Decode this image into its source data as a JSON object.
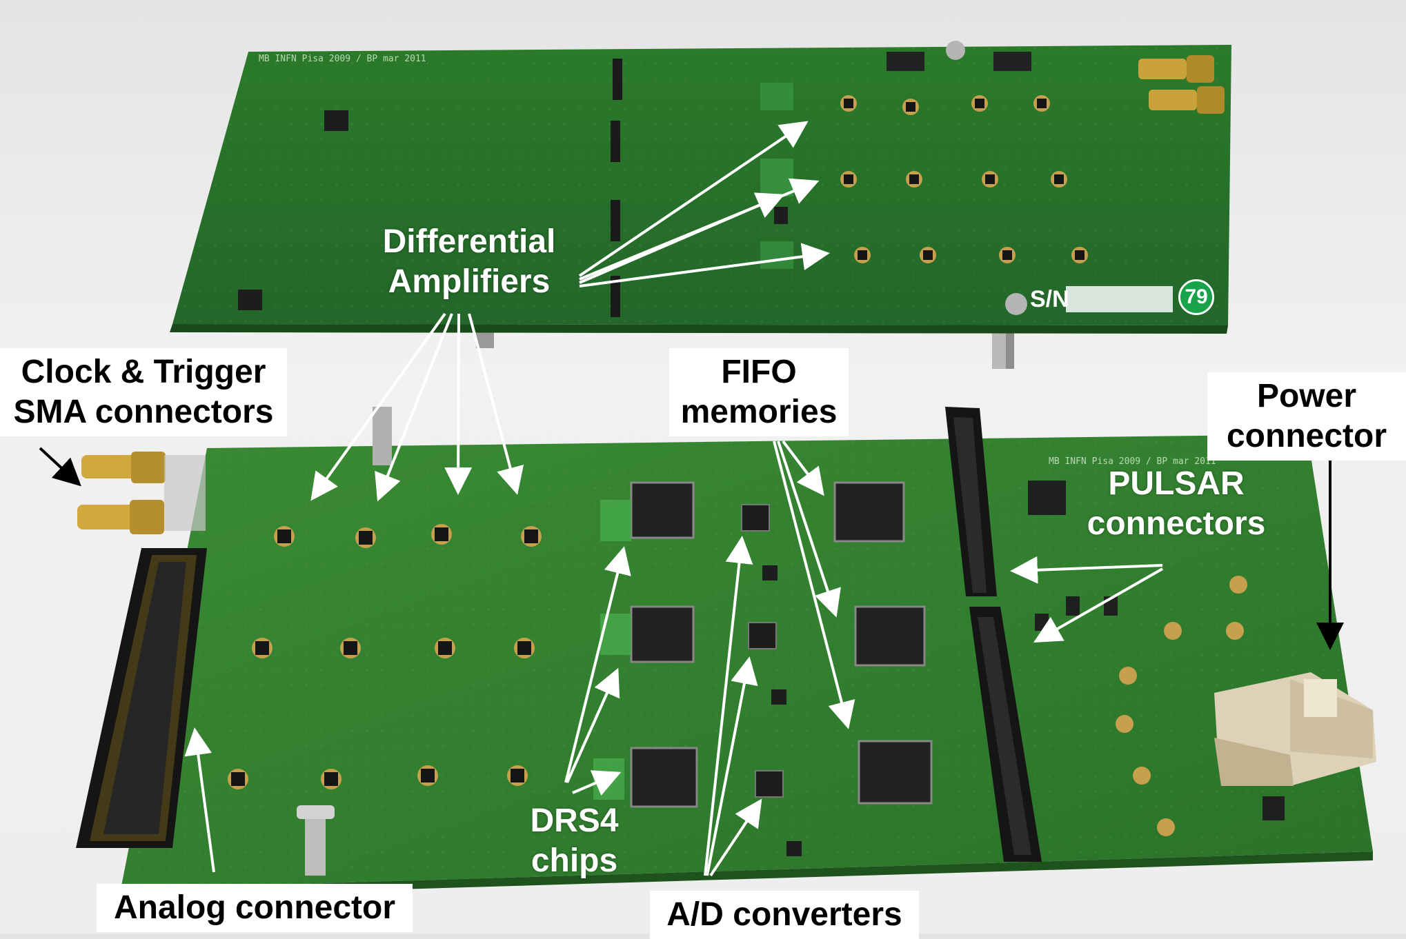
{
  "labels": {
    "differential_amplifiers": [
      "Differential",
      "Amplifiers"
    ],
    "clock_trigger": [
      "Clock & Trigger",
      "SMA connectors"
    ],
    "fifo": [
      "FIFO",
      "memories"
    ],
    "power": [
      "Power",
      "connector"
    ],
    "pulsar": [
      "PULSAR",
      "connectors"
    ],
    "drs4": [
      "DRS4",
      "chips"
    ],
    "analog": "Analog connector",
    "adc": "A/D converters"
  },
  "board_text": {
    "serial_label": "S/N",
    "serial_sticker": "79",
    "silk_top": "MB INFN Pisa 2009 / BP mar 2011",
    "silk_bottom": "MB INFN Pisa 2009 / BP mar 2011"
  },
  "colors": {
    "pcb": "#2f7d2c",
    "pcb_dark": "#215f20",
    "label_bg": "#ffffff",
    "arrow_white": "#ffffff",
    "arrow_black": "#000000"
  }
}
